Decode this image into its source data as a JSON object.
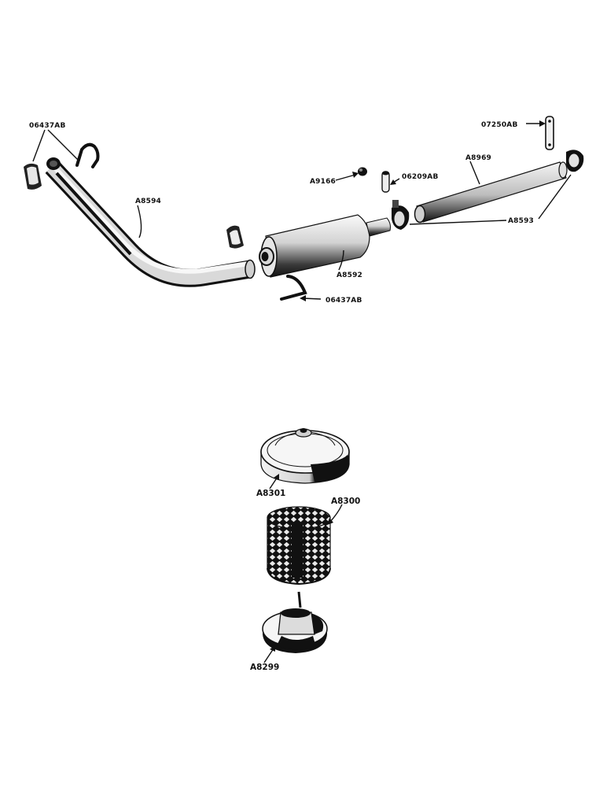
{
  "parts": {
    "hanger_clamp_left": "06437AB",
    "tail_pipe_front": "A8594",
    "muffler": "A8592",
    "hanger_bottom": "06437AB",
    "nut": "A9166",
    "bolt": "06209AB",
    "tail_pipe_rear": "A8969",
    "strap": "07250AB",
    "clamp_rear": "A8593",
    "cover": "A8301",
    "screen": "A8300",
    "base": "A8299"
  },
  "colors": {
    "ink": "#111111",
    "paper": "#ffffff",
    "highlight": "#f2f2f2"
  }
}
